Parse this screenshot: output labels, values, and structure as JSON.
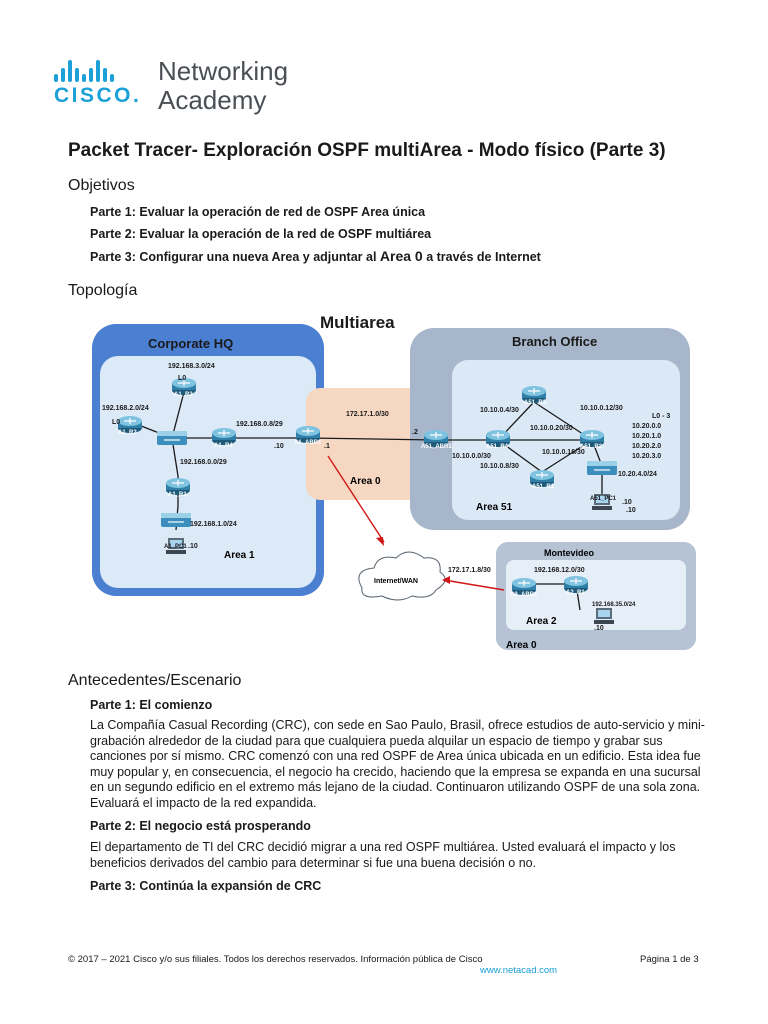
{
  "logo": {
    "brand": "CISCO.",
    "line1": "Networking",
    "line2": "Academy"
  },
  "title": "Packet Tracer- Exploración OSPF multiArea - Modo físico (Parte 3)",
  "objectives": {
    "heading": "Objetivos",
    "items": [
      "Parte 1: Evaluar la operación de red de OSPF Area única",
      "Parte 2: Evaluar la operación de la red de OSPF multiárea"
    ],
    "item3_pre": "Parte 3: Configurar una nueva Area y adjuntar al ",
    "item3_area": "Area 0",
    "item3_post": " a través de Internet"
  },
  "topology": {
    "heading": "Topología",
    "title": "Multiarea",
    "hq": "Corporate HQ",
    "branch": "Branch Office",
    "area0_center": "Area 0",
    "area1": "Area 1",
    "area51": "Area 51",
    "montevideo": "Montevideo",
    "area2": "Area 2",
    "area0_mv": "Area 0",
    "internet": "Internet/WAN",
    "devices": [
      "A1_R3",
      "A1_R2",
      "A1_R4",
      "A1_R1",
      "A1_PC1",
      "A1_ABR1",
      "A51_ABR1",
      "A51_R4",
      "A51_R3",
      "A51_R2",
      "A51_R1",
      "A51_PC1",
      "A2_ABR1",
      "A2_R1"
    ],
    "labels": [
      "192.168.3.0/24",
      "L0",
      "192.168.2.0/24",
      "L0",
      "192.168.0.8/29",
      "192.168.0.0/29",
      "192.168.1.0/24",
      ".10",
      ".10",
      ".1",
      "172.17.1.0/30",
      ".2",
      "10.10.0.4/30",
      "10.10.0.12/30",
      "10.10.0.20/30",
      "10.10.0.0/30",
      "10.10.0.16/30",
      "10.10.0.8/30",
      "L0 - 3",
      "10.20.0.0",
      "10.20.1.0",
      "10.20.2.0",
      "10.20.3.0",
      "10.20.4.0/24",
      ".10",
      ".10",
      "172.17.1.8/30",
      "192.168.12.0/30",
      "192.168.35.0/24",
      ".10"
    ]
  },
  "background": {
    "heading": "Antecedentes/Escenario",
    "part1_title": "Parte 1: El comienzo",
    "part1_text": "La Compañía Casual Recording (CRC), con sede en Sao Paulo, Brasil, ofrece estudios de auto-servicio y mini-grabación alrededor de la ciudad para que cualquiera pueda alquilar un espacio de tiempo y grabar sus canciones por sí mismo. CRC comenzó con una red OSPF de Area única ubicada en un edificio. Esta idea fue muy popular y, en consecuencia, el negocio ha crecido, haciendo que la empresa se expanda en una sucursal en un segundo edificio en el extremo más lejano de la ciudad. Continuaron utilizando OSPF de una sola zona. Evaluará el impacto de la red expandida.",
    "part2_title": "Parte 2: El negocio está prosperando",
    "part2_text": "El departamento de TI del CRC decidió migrar a una red OSPF multiárea. Usted evaluará el impacto y los beneficios derivados del cambio para determinar si fue una buena decisión o no.",
    "part3_title": "Parte 3: Continúa la expansión de CRC"
  },
  "footer": {
    "copyright": "© 2017 – 2021 Cisco y/o sus filiales. Todos los derechos reservados. Información pública de Cisco",
    "page": "Página 1 de 3",
    "url": "www.netacad.com"
  }
}
